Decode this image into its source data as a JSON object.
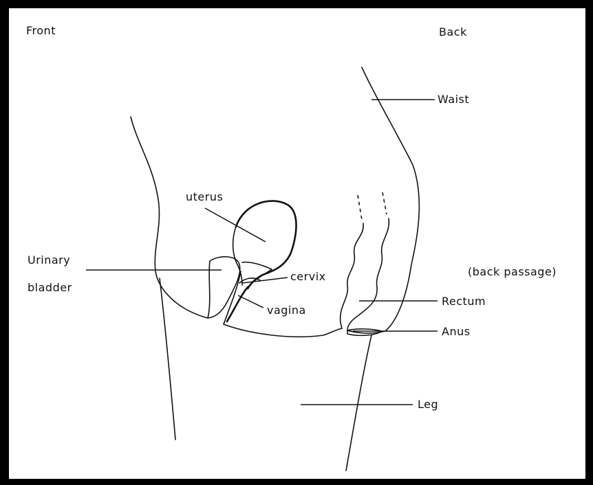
{
  "headings": {
    "front": "Front",
    "back": "Back"
  },
  "labels": {
    "waist": "Waist",
    "uterus": "uterus",
    "urinary_line1": "Urinary",
    "urinary_line2": "bladder",
    "cervix": "cervix",
    "back_passage": "(back passage)",
    "rectum": "Rectum",
    "vagina": "vagina",
    "anus": "Anus",
    "leg": "Leg"
  },
  "colors": {
    "frame": "#000000",
    "background": "#ffffff",
    "ink": "#111111"
  }
}
